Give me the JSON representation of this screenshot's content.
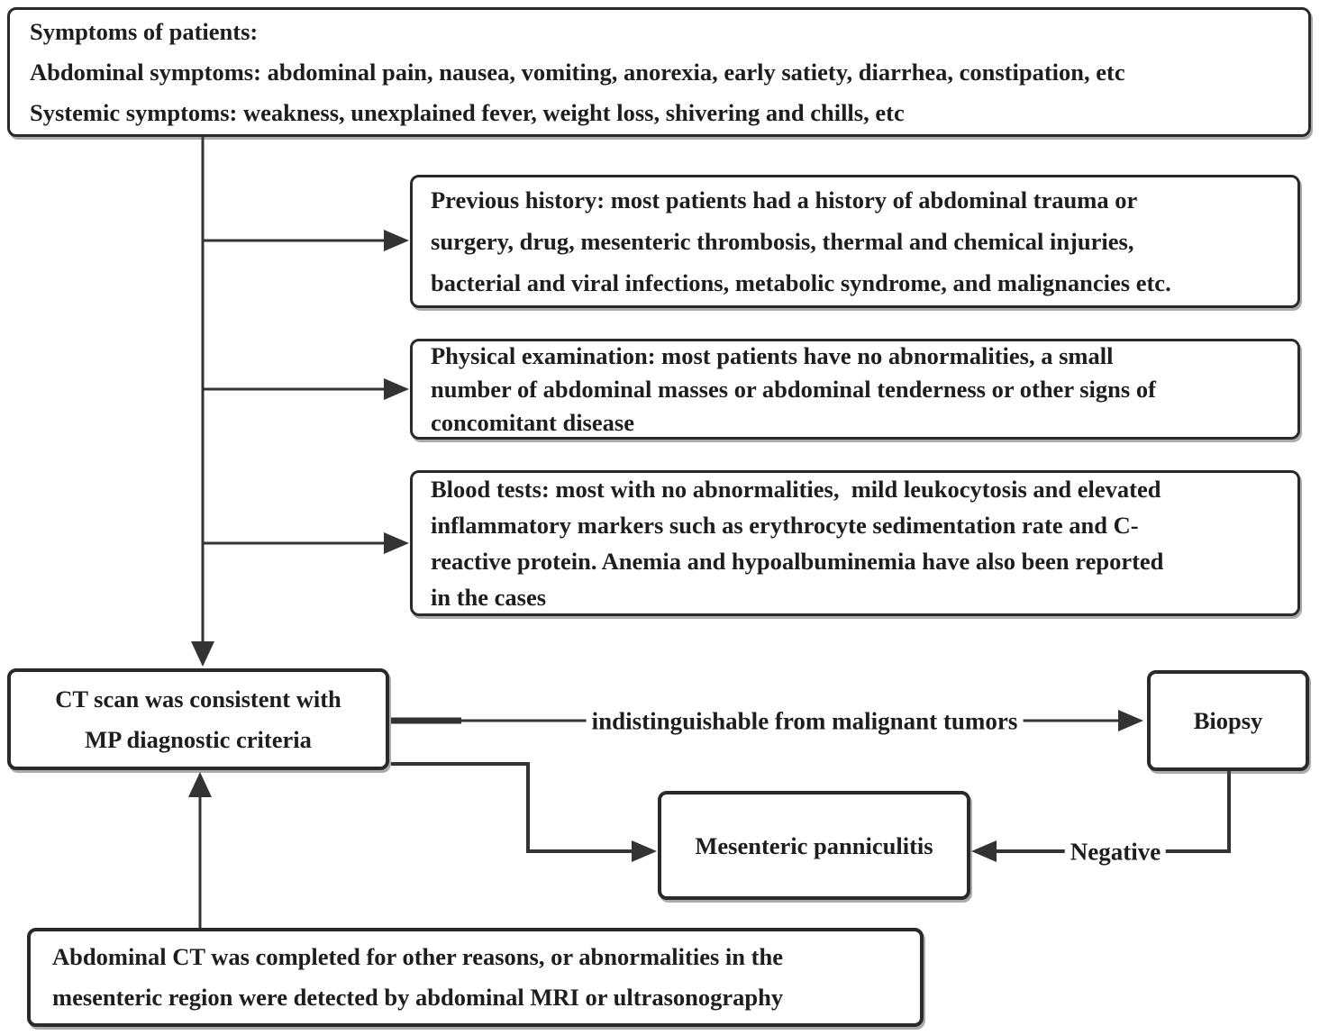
{
  "diagram": {
    "type": "flowchart",
    "topic": "Diagnostic pathway for mesenteric panniculitis (MP)",
    "colors": {
      "background": "#ffffff",
      "box_border": "#2a2a2a",
      "line": "#333333",
      "text": "#1e1e1e"
    },
    "nodes": {
      "symptoms": {
        "text": "Symptoms of patients:\nAbdominal symptoms: abdominal pain, nausea, vomiting, anorexia, early satiety, diarrhea, constipation, etc\nSystemic symptoms: weakness, unexplained fever, weight loss, shivering and chills, etc"
      },
      "previous_history": {
        "text": "Previous history: most patients had a history of abdominal trauma or\nsurgery, drug, mesenteric thrombosis, thermal and chemical injuries,\nbacterial and viral infections, metabolic syndrome, and malignancies etc."
      },
      "physical_examination": {
        "text": "Physical examination: most patients have no abnormalities, a small\nnumber of abdominal masses or abdominal tenderness or other signs of\nconcomitant disease"
      },
      "blood_tests": {
        "text": "Blood tests: most with no abnormalities,  mild leukocytosis and elevated\ninflammatory markers such as erythrocyte sedimentation rate and C-\nreactive protein. Anemia and hypoalbuminemia have also been reported\nin the cases"
      },
      "ct_scan": {
        "text": "CT scan was consistent with\nMP diagnostic criteria"
      },
      "biopsy": {
        "text": "Biopsy"
      },
      "mesenteric_panniculitis": {
        "text": "Mesenteric panniculitis"
      },
      "abdominal_ct": {
        "text": "Abdominal CT was completed for other reasons, or abnormalities in the\nmesenteric region were detected by abdominal MRI or ultrasonography"
      }
    },
    "edge_labels": {
      "indistinguishable": "indistinguishable from malignant tumors",
      "negative": "Negative"
    }
  }
}
